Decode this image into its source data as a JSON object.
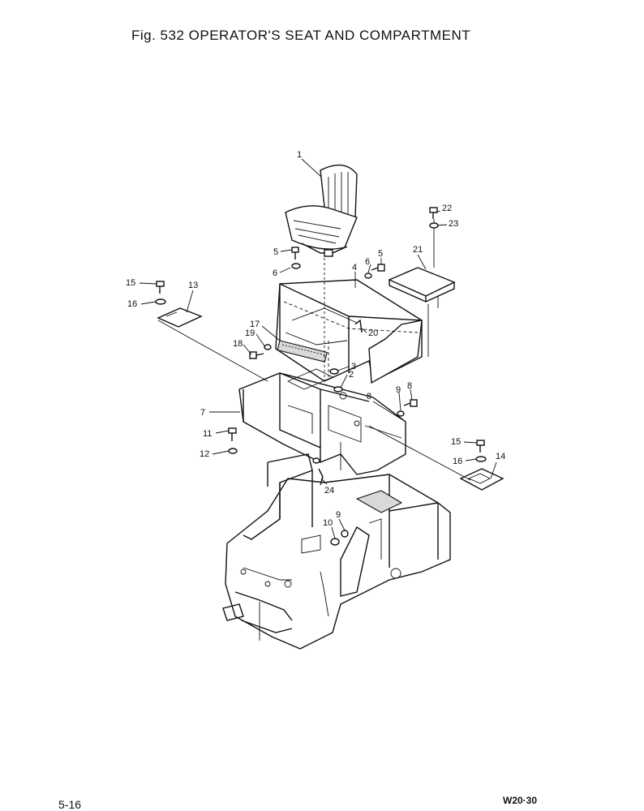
{
  "header": {
    "title": "Fig. 532   OPERATOR'S SEAT AND COMPARTMENT"
  },
  "footer": {
    "page_number": "5-16",
    "model": "W20·30"
  },
  "callouts": {
    "c1": "1",
    "c2": "2",
    "c3": "3",
    "c4": "4",
    "c5a": "5",
    "c5b": "5",
    "c6a": "6",
    "c6b": "6",
    "c7": "7",
    "c8a": "8",
    "c8b": "8",
    "c9a": "9",
    "c9b": "9",
    "c10": "10",
    "c11": "11",
    "c12": "12",
    "c13": "13",
    "c14": "14",
    "c15a": "15",
    "c15b": "15",
    "c16a": "16",
    "c16b": "16",
    "c17": "17",
    "c18": "18",
    "c19": "19",
    "c20": "20",
    "c21": "21",
    "c22": "22",
    "c23": "23",
    "c24": "24"
  }
}
